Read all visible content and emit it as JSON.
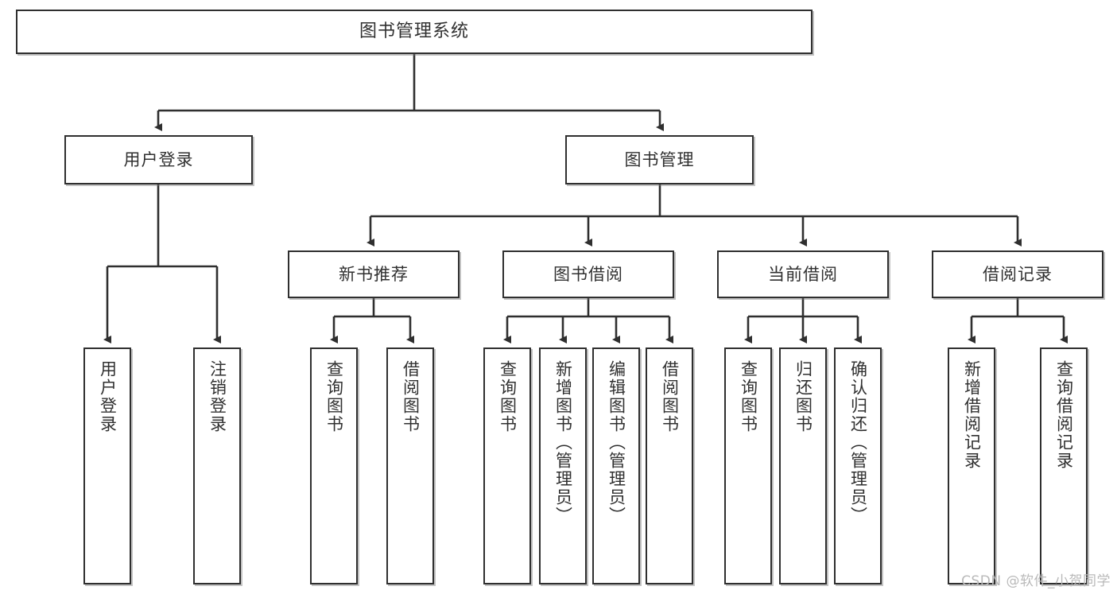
{
  "diagram": {
    "title": "图书管理系统",
    "type": "tree",
    "colors": {
      "box_border": "#2f2f2f",
      "box_fill": "#ffffff",
      "edge": "#2f2f2f",
      "text": "#303030",
      "watermark": "#b9b9b9",
      "background": "#ffffff"
    },
    "root": {
      "label": "图书管理系统"
    },
    "level2": [
      {
        "label": "用户登录"
      },
      {
        "label": "图书管理"
      }
    ],
    "level3": [
      {
        "label": "新书推荐"
      },
      {
        "label": "图书借阅"
      },
      {
        "label": "当前借阅"
      },
      {
        "label": "借阅记录"
      }
    ],
    "leaves": {
      "user_login": [
        {
          "label": "用户登录"
        },
        {
          "label": "注销登录"
        }
      ],
      "new_book": [
        {
          "label": "查询图书"
        },
        {
          "label": "借阅图书"
        }
      ],
      "book_borrow": [
        {
          "label": "查询图书"
        },
        {
          "label": "新增图书（管理员）"
        },
        {
          "label": "编辑图书（管理员）"
        },
        {
          "label": "借阅图书"
        }
      ],
      "current_borrow": [
        {
          "label": "查询图书"
        },
        {
          "label": "归还图书"
        },
        {
          "label": "确认归还（管理员）"
        }
      ],
      "borrow_record": [
        {
          "label": "新增借阅记录"
        },
        {
          "label": "查询借阅记录"
        }
      ]
    }
  },
  "watermark": {
    "text": "CSDN @软件_小贺同学"
  }
}
